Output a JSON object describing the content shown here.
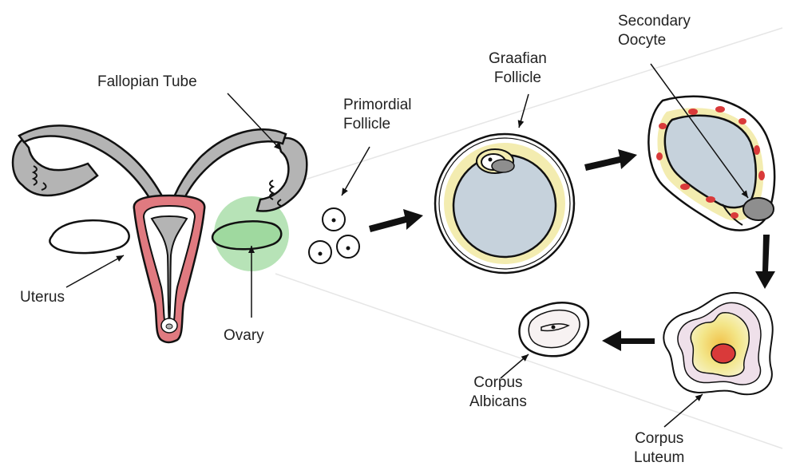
{
  "labels": {
    "fallopian_tube": "Fallopian Tube",
    "uterus": "Uterus",
    "ovary": "Ovary",
    "primordial_follicle": [
      "Primordial",
      "Follicle"
    ],
    "graafian_follicle": [
      "Graafian",
      "Follicle"
    ],
    "secondary_oocyte": [
      "Secondary",
      "Oocyte"
    ],
    "corpus_luteum": [
      "Corpus",
      "Luteum"
    ],
    "corpus_albicans": [
      "Corpus",
      "Albicans"
    ]
  },
  "colors": {
    "outline": "#111111",
    "tube_fill": "#b4b4b4",
    "uterus_wall": "#e07a80",
    "ovary_highlight": "#9fd99f",
    "follicle_fluid": "#c6d2dc",
    "follicle_ring": "#f3ecb0",
    "blood_spot": "#d93a3a",
    "luteum_yellow": "#f3e68a",
    "albicans_fill": "#f7f2f2"
  }
}
